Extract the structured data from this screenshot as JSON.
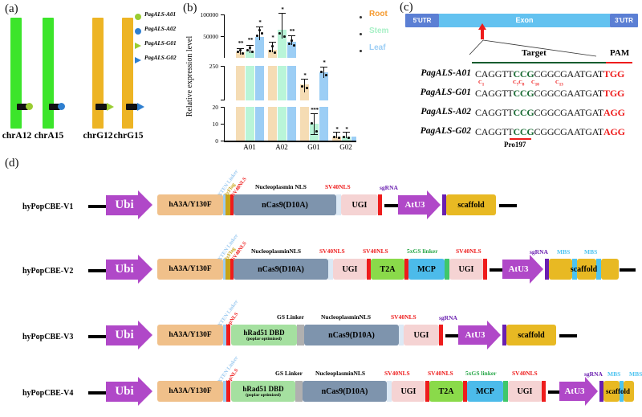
{
  "figure": {
    "panels": [
      "(a)",
      "(b)",
      "(c)",
      "(d)"
    ]
  },
  "panel_a": {
    "tag": "(a)",
    "chromosomes": [
      {
        "name": "chrA12",
        "color": "#3ce52b"
      },
      {
        "name": "chrA15",
        "color": "#3ce52b"
      },
      {
        "name": "chrG12",
        "color": "#edb424"
      },
      {
        "name": "chrG15",
        "color": "#edb424"
      }
    ],
    "legend": [
      {
        "label": "PagALS-A01",
        "symbol": "circle",
        "color": "#9acd32"
      },
      {
        "label": "PagALS-A02",
        "symbol": "circle",
        "color": "#2f7fd0"
      },
      {
        "label": "PagALS-G01",
        "symbol": "triangle",
        "color": "#9acd32"
      },
      {
        "label": "PagALS-G02",
        "symbol": "triangle",
        "color": "#2f7fd0"
      }
    ]
  },
  "panel_b": {
    "tag": "(b)",
    "legend": [
      {
        "label": "Root",
        "color": "#f59a2e"
      },
      {
        "label": "Stem",
        "color": "#a8f0c6"
      },
      {
        "label": "Leaf",
        "color": "#9ccef5"
      }
    ],
    "chart_data": {
      "type": "bar",
      "title": "",
      "xlabel": "",
      "ylabel": "Relative expression level",
      "categories": [
        "A01",
        "A02",
        "G01",
        "G02"
      ],
      "series": [
        {
          "name": "Root",
          "color": "#f5dcb4",
          "values": [
            30000,
            35000,
            110,
            1.5
          ],
          "errors": [
            3000,
            6000,
            35,
            1.0
          ],
          "significance": [
            "**",
            "*",
            "*",
            "*"
          ]
        },
        {
          "name": "Stem",
          "color": "#b9f5d8",
          "values": [
            31000,
            65000,
            10.3,
            1.6
          ],
          "errors": [
            4000,
            35000,
            5.0,
            1.0
          ],
          "significance": [
            "**",
            "",
            "***",
            "*"
          ]
        },
        {
          "name": "Leaf",
          "color": "#9ccef5",
          "values": [
            49000,
            42000,
            230,
            1.4
          ],
          "errors": [
            10000,
            6000,
            30,
            0.9
          ],
          "significance": [
            "*",
            "**",
            "*",
            "*"
          ]
        }
      ],
      "axis_breaks": true,
      "segments": [
        {
          "ticks": [
            50000,
            100000
          ],
          "range": [
            20000,
            100000
          ]
        },
        {
          "ticks": [
            250
          ],
          "range": [
            20,
            250
          ]
        },
        {
          "ticks": [
            0,
            10,
            20
          ],
          "range": [
            0,
            20
          ]
        }
      ],
      "grid": false,
      "legend_position": "right"
    }
  },
  "panel_c": {
    "tag": "(c)",
    "gene_model": {
      "five_utr": "5'UTR",
      "exon": "Exon",
      "three_utr": "3'UTR"
    },
    "target_label": "Target",
    "pam_label": "PAM",
    "pro_label": "Pro197",
    "c_positions": [
      "C1",
      "C7C8",
      "C10",
      "C13"
    ],
    "sequences": [
      {
        "name": "PagALS-A01",
        "pre": "CAGGTT",
        "ccg": "CCG",
        "mid": "CGGCGAATGAT",
        "pam": "TGG"
      },
      {
        "name": "PagALS-G01",
        "pre": "CAGGTT",
        "ccg": "CCG",
        "mid": "CGGCGAATGAT",
        "pam": "TGG"
      },
      {
        "name": "PagALS-A02",
        "pre": "CAGGTT",
        "ccg": "CCG",
        "mid": "CGGCGAATGAT",
        "pam": "AGG"
      },
      {
        "name": "PagALS-G02",
        "pre": "CAGGTT",
        "ccg": "CCG",
        "mid": "CGGCGAATGAT",
        "pam": "AGG"
      }
    ]
  },
  "panel_d": {
    "tag": "(d)",
    "constructs": [
      {
        "name": "hyPopCBE-V1",
        "promoter": "Ubi",
        "elements": [
          "hA3A/Y130F",
          "nCas9(D10A)",
          "UGI",
          "AtU3",
          "scaffold"
        ],
        "rot_labels": [
          "XTEN Linker",
          "3xFlag",
          "SV40NLS"
        ],
        "top_labels": [
          "Nucleoplasmin NLS",
          "SV40NLS",
          "sgRNA"
        ]
      },
      {
        "name": "hyPopCBE-V2",
        "promoter": "Ubi",
        "elements": [
          "hA3A/Y130F",
          "nCas9(D10A)",
          "UGI",
          "T2A",
          "MCP",
          "UGI",
          "AtU3",
          "scaffold"
        ],
        "rot_labels": [
          "XTEN Linker",
          "3xFlag",
          "SV40NLS"
        ],
        "top_labels": [
          "NucleoplasminNLS",
          "SV40NLS",
          "SV40NLS",
          "5xGS linker",
          "SV40NLS",
          "sgRNA",
          "MBS",
          "MBS"
        ]
      },
      {
        "name": "hyPopCBE-V3",
        "promoter": "Ubi",
        "elements": [
          "hA3A/Y130F",
          "hRad51 DBD",
          "(poplar optimized)",
          "nCas9(D10A)",
          "UGI",
          "AtU3",
          "scaffold"
        ],
        "rot_labels": [
          "XTEN Linker",
          "bpNLS"
        ],
        "top_labels": [
          "GS Linker",
          "NucleoplasminNLS",
          "SV40NLS",
          "sgRNA"
        ]
      },
      {
        "name": "hyPopCBE-V4",
        "promoter": "Ubi",
        "elements": [
          "hA3A/Y130F",
          "hRad51 DBD",
          "(poplar optimized)",
          "nCas9(D10A)",
          "UGI",
          "T2A",
          "MCP",
          "UGI",
          "AtU3",
          "scaffold"
        ],
        "rot_labels": [
          "XTEN Linker",
          "bpNLS"
        ],
        "top_labels": [
          "GS Linker",
          "NucleoplasminNLS",
          "SV40NLS",
          "SV40NLS",
          "5xGS linker",
          "SV40NLS",
          "sgRNA",
          "MBS",
          "MBS"
        ]
      }
    ],
    "colors": {
      "promoter": "#b048c8",
      "deaminase": "#f0c08a",
      "ncas9": "#7e94ad",
      "ugi": "#f5d3d3",
      "t2a": "#8ada4a",
      "mcp": "#4cbbea",
      "scaffold": "#e8b923",
      "rad51": "#a5e0a0",
      "sv40nls": "#ee1c1c",
      "gslinker": "#b0b0b0",
      "flag": "#c8a216",
      "sgrna": "#6a1fb0",
      "mbs": "#4cc3f0"
    }
  }
}
